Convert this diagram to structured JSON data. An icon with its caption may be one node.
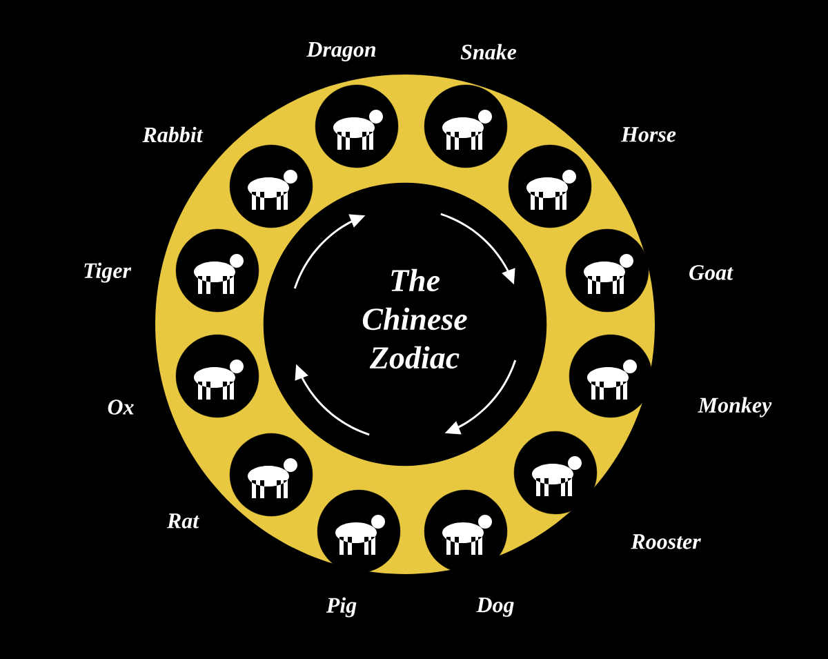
{
  "diagram": {
    "title": "The Chinese Zodiac",
    "nodes": [
      {
        "text": [
          "Dragon"
        ]
      },
      {
        "text": [
          "Snake"
        ]
      },
      {
        "text": [
          "Horse"
        ]
      },
      {
        "text": [
          "Goat"
        ]
      },
      {
        "text": [
          "Monkey"
        ]
      },
      {
        "text": [
          "Rooster"
        ]
      },
      {
        "text": [
          "Dog"
        ]
      },
      {
        "text": [
          "Pig"
        ]
      },
      {
        "text": [
          "Rat"
        ]
      },
      {
        "text": [
          "Ox"
        ]
      },
      {
        "text": [
          "Tiger"
        ]
      },
      {
        "text": [
          "Rabbit"
        ]
      }
    ]
  }
}
